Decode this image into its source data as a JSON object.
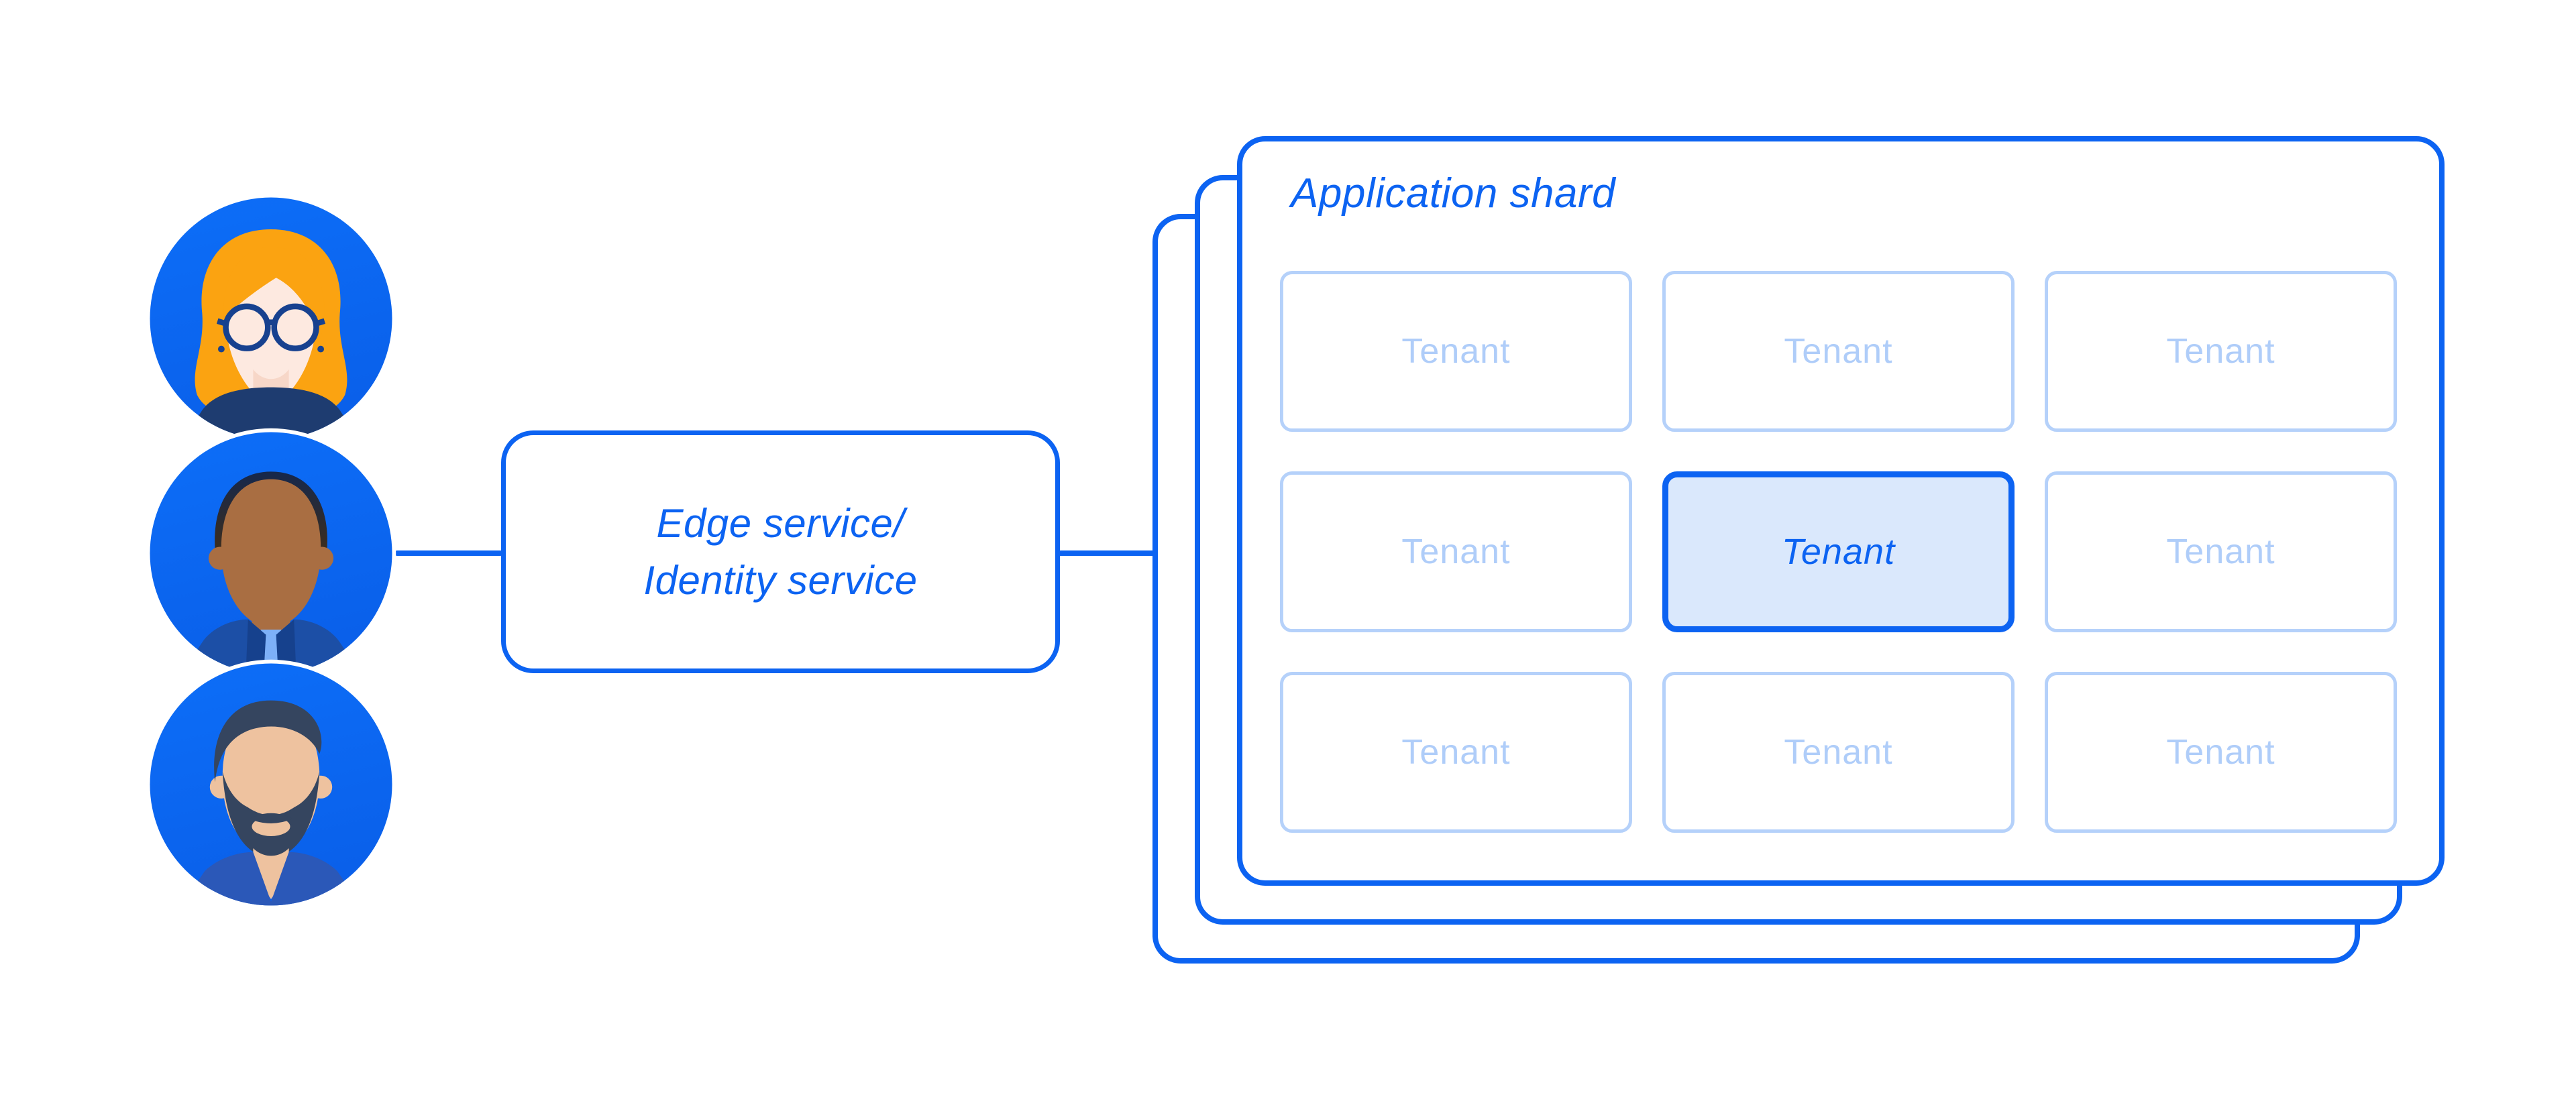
{
  "diagram": {
    "users": {
      "avatars": [
        {
          "icon": "avatar-woman-glasses"
        },
        {
          "icon": "avatar-man"
        },
        {
          "icon": "avatar-man-beard"
        }
      ]
    },
    "edge_service": {
      "label_line1": "Edge service/",
      "label_line2": "Identity service"
    },
    "application_shard": {
      "title": "Application shard",
      "stack_count": 3,
      "tenants": [
        {
          "label": "Tenant",
          "highlighted": false
        },
        {
          "label": "Tenant",
          "highlighted": false
        },
        {
          "label": "Tenant",
          "highlighted": false
        },
        {
          "label": "Tenant",
          "highlighted": false
        },
        {
          "label": "Tenant",
          "highlighted": true
        },
        {
          "label": "Tenant",
          "highlighted": false
        },
        {
          "label": "Tenant",
          "highlighted": false
        },
        {
          "label": "Tenant",
          "highlighted": false
        },
        {
          "label": "Tenant",
          "highlighted": false
        }
      ]
    },
    "colors": {
      "primary_blue": "#0C63F2",
      "light_blue_border": "#B5D1FA",
      "light_blue_text": "#AFCDF9",
      "highlight_fill": "#DAE8FC",
      "panel_bg": "#FFFFFF"
    }
  }
}
